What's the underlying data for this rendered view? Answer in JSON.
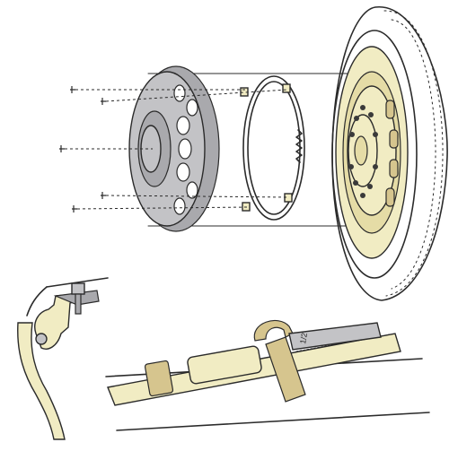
{
  "figure": {
    "wrench_marking": "1/2",
    "colors": {
      "line": "#2b2b2b",
      "hubcap": "#c3c3c6",
      "wheel": "#f1ecc3",
      "wrench_shaded": "#d6c58e"
    },
    "parts": {
      "screws": 5,
      "hubcap_holes": 7,
      "retainer_clips": 4,
      "wheel_studs": 10
    }
  }
}
